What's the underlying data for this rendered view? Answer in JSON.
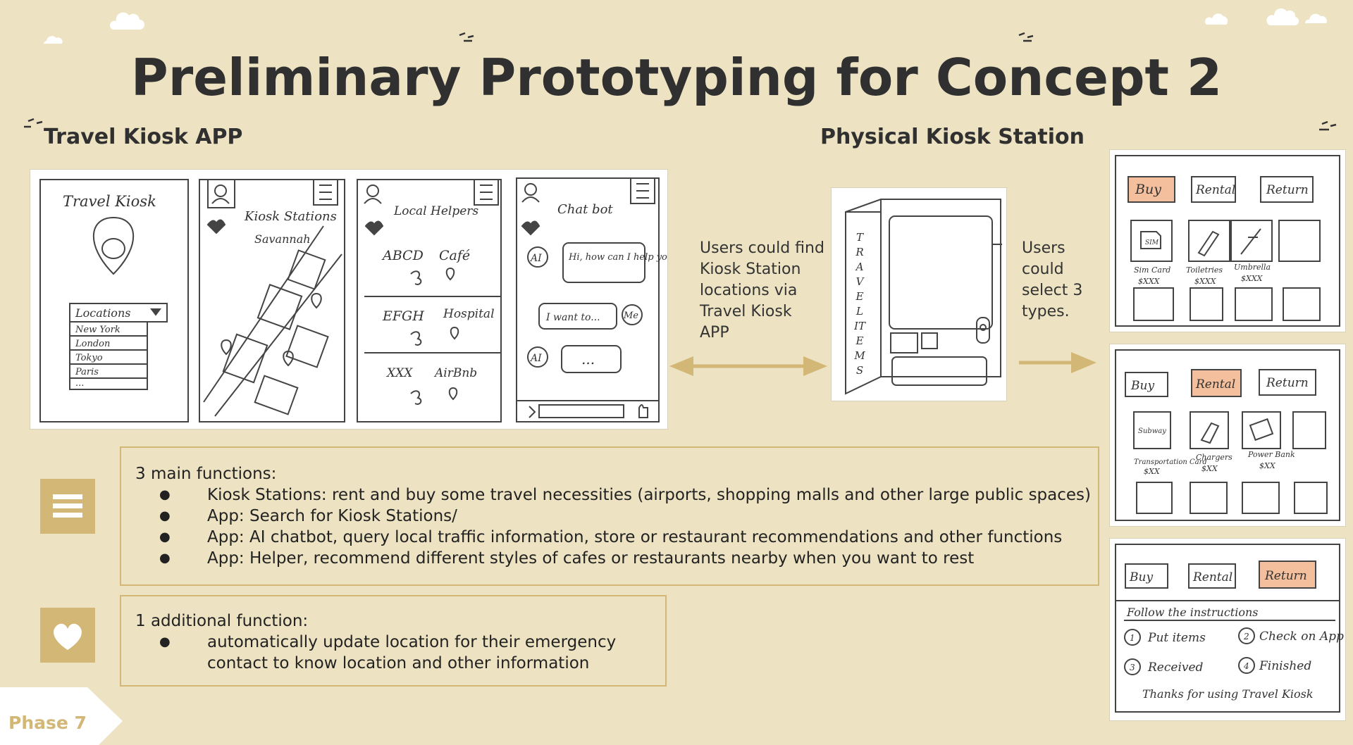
{
  "slide": {
    "title": "Preliminary Prototyping for Concept 2",
    "app_heading": "Travel Kiosk APP",
    "kiosk_heading": "Physical Kiosk Station",
    "phase_label": "Phase 7",
    "accent_color": "#d2b776",
    "background_color": "#ede3c2"
  },
  "sketches": {
    "screen1": {
      "title": "Travel Kiosk",
      "dropdown": "Locations",
      "cities": [
        "New York",
        "London",
        "Tokyo",
        "Paris",
        "..."
      ]
    },
    "screen2": {
      "title": "Kiosk Stations",
      "city": "Savannah"
    },
    "screen3": {
      "title": "Local Helpers",
      "places": [
        {
          "name": "ABCD",
          "type": "Café"
        },
        {
          "name": "EFGH",
          "type": "Hospital"
        },
        {
          "name": "XXX",
          "type": "AirBnb"
        }
      ]
    },
    "screen4": {
      "title": "Chat bot",
      "ai_tag": "AI",
      "me_tag": "Me",
      "bot_message": "Hi, how can I help you?",
      "user_message": "I want to...",
      "typing": "..."
    },
    "kiosk_side_text": "TRAVEL ITEMS",
    "panels": {
      "tabs": [
        "Buy",
        "Rental",
        "Return"
      ],
      "buy_items": [
        {
          "label": "Sim Card",
          "price": "$XXX",
          "icon": "SIM"
        },
        {
          "label": "Toiletries",
          "price": "$XXX"
        },
        {
          "label": "Umbrella",
          "price": "$XXX"
        }
      ],
      "rental_items": [
        {
          "label": "Transportation Card",
          "price": "$XX",
          "icon": "Subway"
        },
        {
          "label": "Chargers",
          "price": "$XX"
        },
        {
          "label": "Power Bank",
          "price": "$XX"
        }
      ],
      "return_heading": "Follow the instructions",
      "return_steps": [
        "Put items",
        "Check on App",
        "Received",
        "Finished"
      ],
      "return_footer": "Thanks for using Travel Kiosk"
    }
  },
  "captions": {
    "app_caption": [
      "Users could find",
      "Kiosk Station",
      "locations via",
      "Travel Kiosk",
      "APP"
    ],
    "kiosk_caption": [
      "Users",
      "could",
      "select 3",
      "types."
    ]
  },
  "main_functions": {
    "heading": "3 main functions:",
    "items": [
      "Kiosk Stations: rent and buy some travel necessities (airports, shopping malls and other large public spaces)",
      "App: Search for Kiosk Stations/",
      "App: AI chatbot, query local traffic information, store or restaurant recommendations and other functions",
      "App: Helper, recommend different styles of cafes or restaurants nearby when you want to rest"
    ],
    "icon": "list-icon"
  },
  "additional_function": {
    "heading": "1 additional function:",
    "line1": "automatically update location for their emergency",
    "line2": "contact to know location and other information",
    "icon": "heart-icon"
  }
}
